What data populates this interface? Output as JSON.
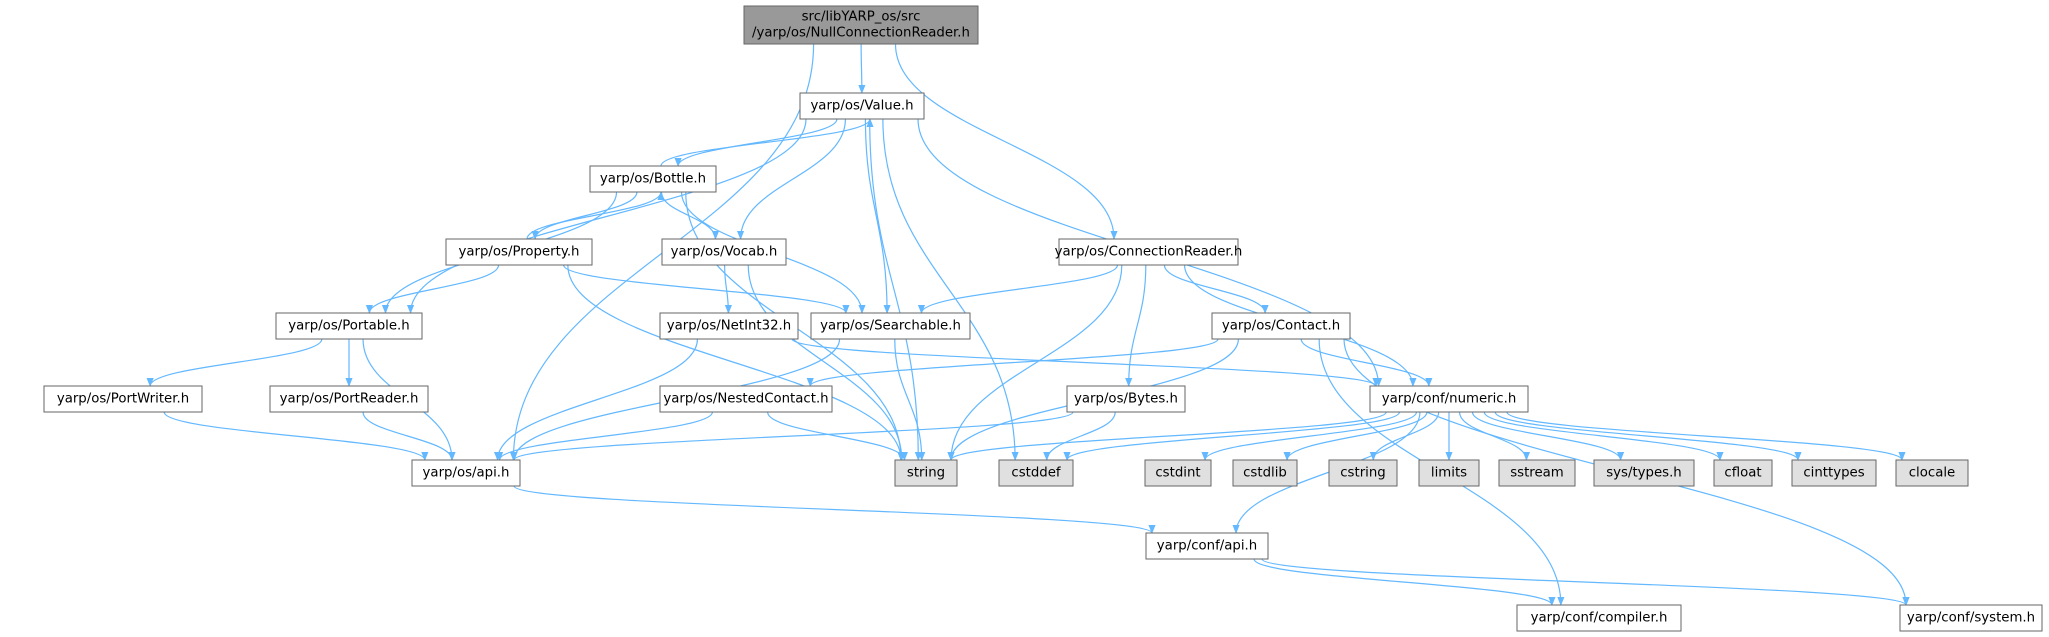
{
  "colors": {
    "root_fill": "#999999",
    "node_fill": "#ffffff",
    "external_fill": "#e0e0e0",
    "border": "#666666",
    "edge": "#63b8ff"
  },
  "nodes": [
    {
      "id": "root",
      "lines": [
        "src/libYARP_os/src",
        "/yarp/os/NullConnectionReader.h"
      ],
      "kind": "root"
    },
    {
      "id": "value",
      "lines": [
        "yarp/os/Value.h"
      ],
      "kind": "header"
    },
    {
      "id": "connreader",
      "lines": [
        "yarp/os/ConnectionReader.h"
      ],
      "kind": "header"
    },
    {
      "id": "bottle",
      "lines": [
        "yarp/os/Bottle.h"
      ],
      "kind": "header"
    },
    {
      "id": "property",
      "lines": [
        "yarp/os/Property.h"
      ],
      "kind": "header"
    },
    {
      "id": "vocab",
      "lines": [
        "yarp/os/Vocab.h"
      ],
      "kind": "header"
    },
    {
      "id": "portable",
      "lines": [
        "yarp/os/Portable.h"
      ],
      "kind": "header"
    },
    {
      "id": "netint32",
      "lines": [
        "yarp/os/NetInt32.h"
      ],
      "kind": "header"
    },
    {
      "id": "searchable",
      "lines": [
        "yarp/os/Searchable.h"
      ],
      "kind": "header"
    },
    {
      "id": "contact",
      "lines": [
        "yarp/os/Contact.h"
      ],
      "kind": "header"
    },
    {
      "id": "portwriter",
      "lines": [
        "yarp/os/PortWriter.h"
      ],
      "kind": "header"
    },
    {
      "id": "portreader",
      "lines": [
        "yarp/os/PortReader.h"
      ],
      "kind": "header"
    },
    {
      "id": "nested",
      "lines": [
        "yarp/os/NestedContact.h"
      ],
      "kind": "header"
    },
    {
      "id": "bytes",
      "lines": [
        "yarp/os/Bytes.h"
      ],
      "kind": "header"
    },
    {
      "id": "numeric",
      "lines": [
        "yarp/conf/numeric.h"
      ],
      "kind": "header"
    },
    {
      "id": "osapi",
      "lines": [
        "yarp/os/api.h"
      ],
      "kind": "header"
    },
    {
      "id": "string",
      "lines": [
        "string"
      ],
      "kind": "external"
    },
    {
      "id": "cstddef",
      "lines": [
        "cstddef"
      ],
      "kind": "external"
    },
    {
      "id": "cstdint",
      "lines": [
        "cstdint"
      ],
      "kind": "external"
    },
    {
      "id": "cstdlib",
      "lines": [
        "cstdlib"
      ],
      "kind": "external"
    },
    {
      "id": "cstring",
      "lines": [
        "cstring"
      ],
      "kind": "external"
    },
    {
      "id": "limits",
      "lines": [
        "limits"
      ],
      "kind": "external"
    },
    {
      "id": "sstream",
      "lines": [
        "sstream"
      ],
      "kind": "external"
    },
    {
      "id": "systypes",
      "lines": [
        "sys/types.h"
      ],
      "kind": "external"
    },
    {
      "id": "cfloat",
      "lines": [
        "cfloat"
      ],
      "kind": "external"
    },
    {
      "id": "cinttypes",
      "lines": [
        "cinttypes"
      ],
      "kind": "external"
    },
    {
      "id": "clocale",
      "lines": [
        "clocale"
      ],
      "kind": "external"
    },
    {
      "id": "confapi",
      "lines": [
        "yarp/conf/api.h"
      ],
      "kind": "header"
    },
    {
      "id": "compiler",
      "lines": [
        "yarp/conf/compiler.h"
      ],
      "kind": "header"
    },
    {
      "id": "system",
      "lines": [
        "yarp/conf/system.h"
      ],
      "kind": "header"
    }
  ],
  "edges": [
    [
      "root",
      "value"
    ],
    [
      "root",
      "connreader"
    ],
    [
      "root",
      "osapi"
    ],
    [
      "value",
      "bottle"
    ],
    [
      "value",
      "vocab"
    ],
    [
      "value",
      "portable"
    ],
    [
      "value",
      "searchable"
    ],
    [
      "value",
      "string"
    ],
    [
      "value",
      "cstddef"
    ],
    [
      "value",
      "numeric"
    ],
    [
      "bottle",
      "value"
    ],
    [
      "bottle",
      "property"
    ],
    [
      "bottle",
      "portable"
    ],
    [
      "bottle",
      "vocab"
    ],
    [
      "bottle",
      "searchable"
    ],
    [
      "bottle",
      "string"
    ],
    [
      "property",
      "bottle"
    ],
    [
      "property",
      "portable"
    ],
    [
      "property",
      "searchable"
    ],
    [
      "property",
      "string"
    ],
    [
      "vocab",
      "netint32"
    ],
    [
      "vocab",
      "string"
    ],
    [
      "portable",
      "portwriter"
    ],
    [
      "portable",
      "portreader"
    ],
    [
      "portable",
      "osapi"
    ],
    [
      "netint32",
      "osapi"
    ],
    [
      "netint32",
      "numeric"
    ],
    [
      "searchable",
      "osapi"
    ],
    [
      "searchable",
      "string"
    ],
    [
      "connreader",
      "searchable"
    ],
    [
      "connreader",
      "contact"
    ],
    [
      "connreader",
      "bytes"
    ],
    [
      "connreader",
      "numeric"
    ],
    [
      "connreader",
      "string"
    ],
    [
      "contact",
      "nested"
    ],
    [
      "contact",
      "numeric"
    ],
    [
      "contact",
      "string"
    ],
    [
      "contact",
      "compiler"
    ],
    [
      "contact",
      "system"
    ],
    [
      "portwriter",
      "osapi"
    ],
    [
      "portreader",
      "osapi"
    ],
    [
      "nested",
      "osapi"
    ],
    [
      "nested",
      "string"
    ],
    [
      "bytes",
      "osapi"
    ],
    [
      "bytes",
      "cstddef"
    ],
    [
      "numeric",
      "string"
    ],
    [
      "numeric",
      "cstddef"
    ],
    [
      "numeric",
      "cstdint"
    ],
    [
      "numeric",
      "cstdlib"
    ],
    [
      "numeric",
      "cstring"
    ],
    [
      "numeric",
      "limits"
    ],
    [
      "numeric",
      "sstream"
    ],
    [
      "numeric",
      "systypes"
    ],
    [
      "numeric",
      "cfloat"
    ],
    [
      "numeric",
      "cinttypes"
    ],
    [
      "numeric",
      "clocale"
    ],
    [
      "numeric",
      "confapi"
    ],
    [
      "osapi",
      "confapi"
    ],
    [
      "confapi",
      "compiler"
    ],
    [
      "confapi",
      "system"
    ]
  ]
}
